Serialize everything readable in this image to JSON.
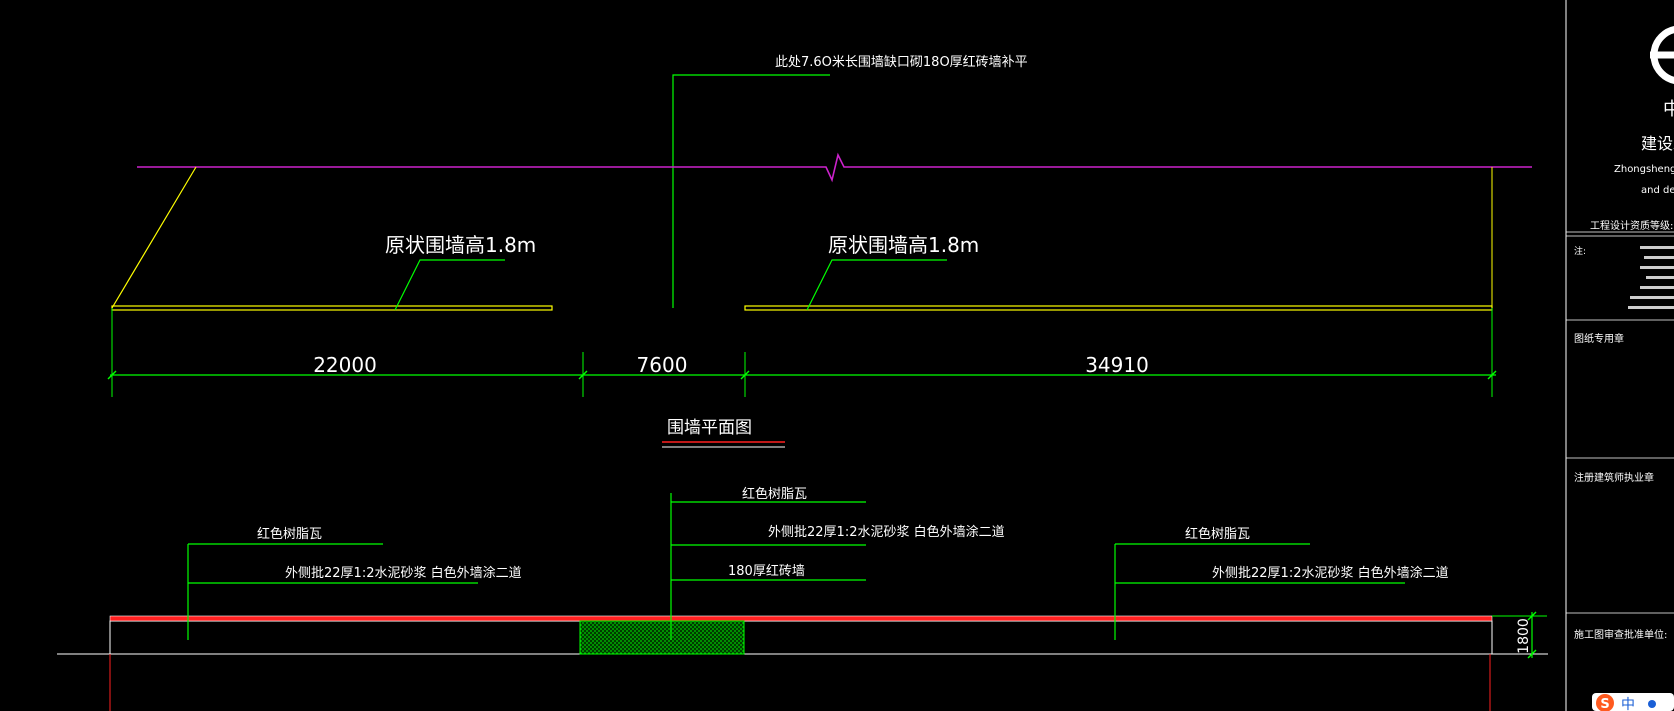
{
  "plan": {
    "note_top": "此处7.6O米长围墙缺口砌18O厚红砖墙补平",
    "wall_label_left": "原状围墙高1.8m",
    "wall_label_right": "原状围墙高1.8m",
    "dim_left": "22000",
    "dim_middle": "7600",
    "dim_right": "34910",
    "title": "围墙平面图"
  },
  "elevation": {
    "center_roof": "红色树脂瓦",
    "center_plaster": "外侧批22厚1:2水泥砂浆  白色外墙涂二道",
    "center_brick": "180厚红砖墙",
    "left_roof": "红色树脂瓦",
    "left_plaster": "外侧批22厚1:2水泥砂浆  白色外墙涂二道",
    "right_roof": "红色树脂瓦",
    "right_plaster": "外侧批22厚1:2水泥砂浆  白色外墙涂二道",
    "height_dim": "1800"
  },
  "title_block": {
    "company_char": "中",
    "company_cn": "建设发",
    "company_en_1": "Zhongsheng h",
    "company_en_2": "and deve",
    "qualification": "工程设计资质等级:  Z",
    "notes_label": "注:",
    "stamp_drawing": "图纸专用章",
    "stamp_architect": "注册建筑师执业章",
    "stamp_review": "施工图审查批准单位:"
  },
  "ime": {
    "logo": "S",
    "char": "中"
  },
  "colors": {
    "background": "#000000",
    "dim_green": "#00ff00",
    "wall_yellow": "#ffff00",
    "magenta": "#cc22cc",
    "red": "#ff2020",
    "white": "#ffffff"
  }
}
